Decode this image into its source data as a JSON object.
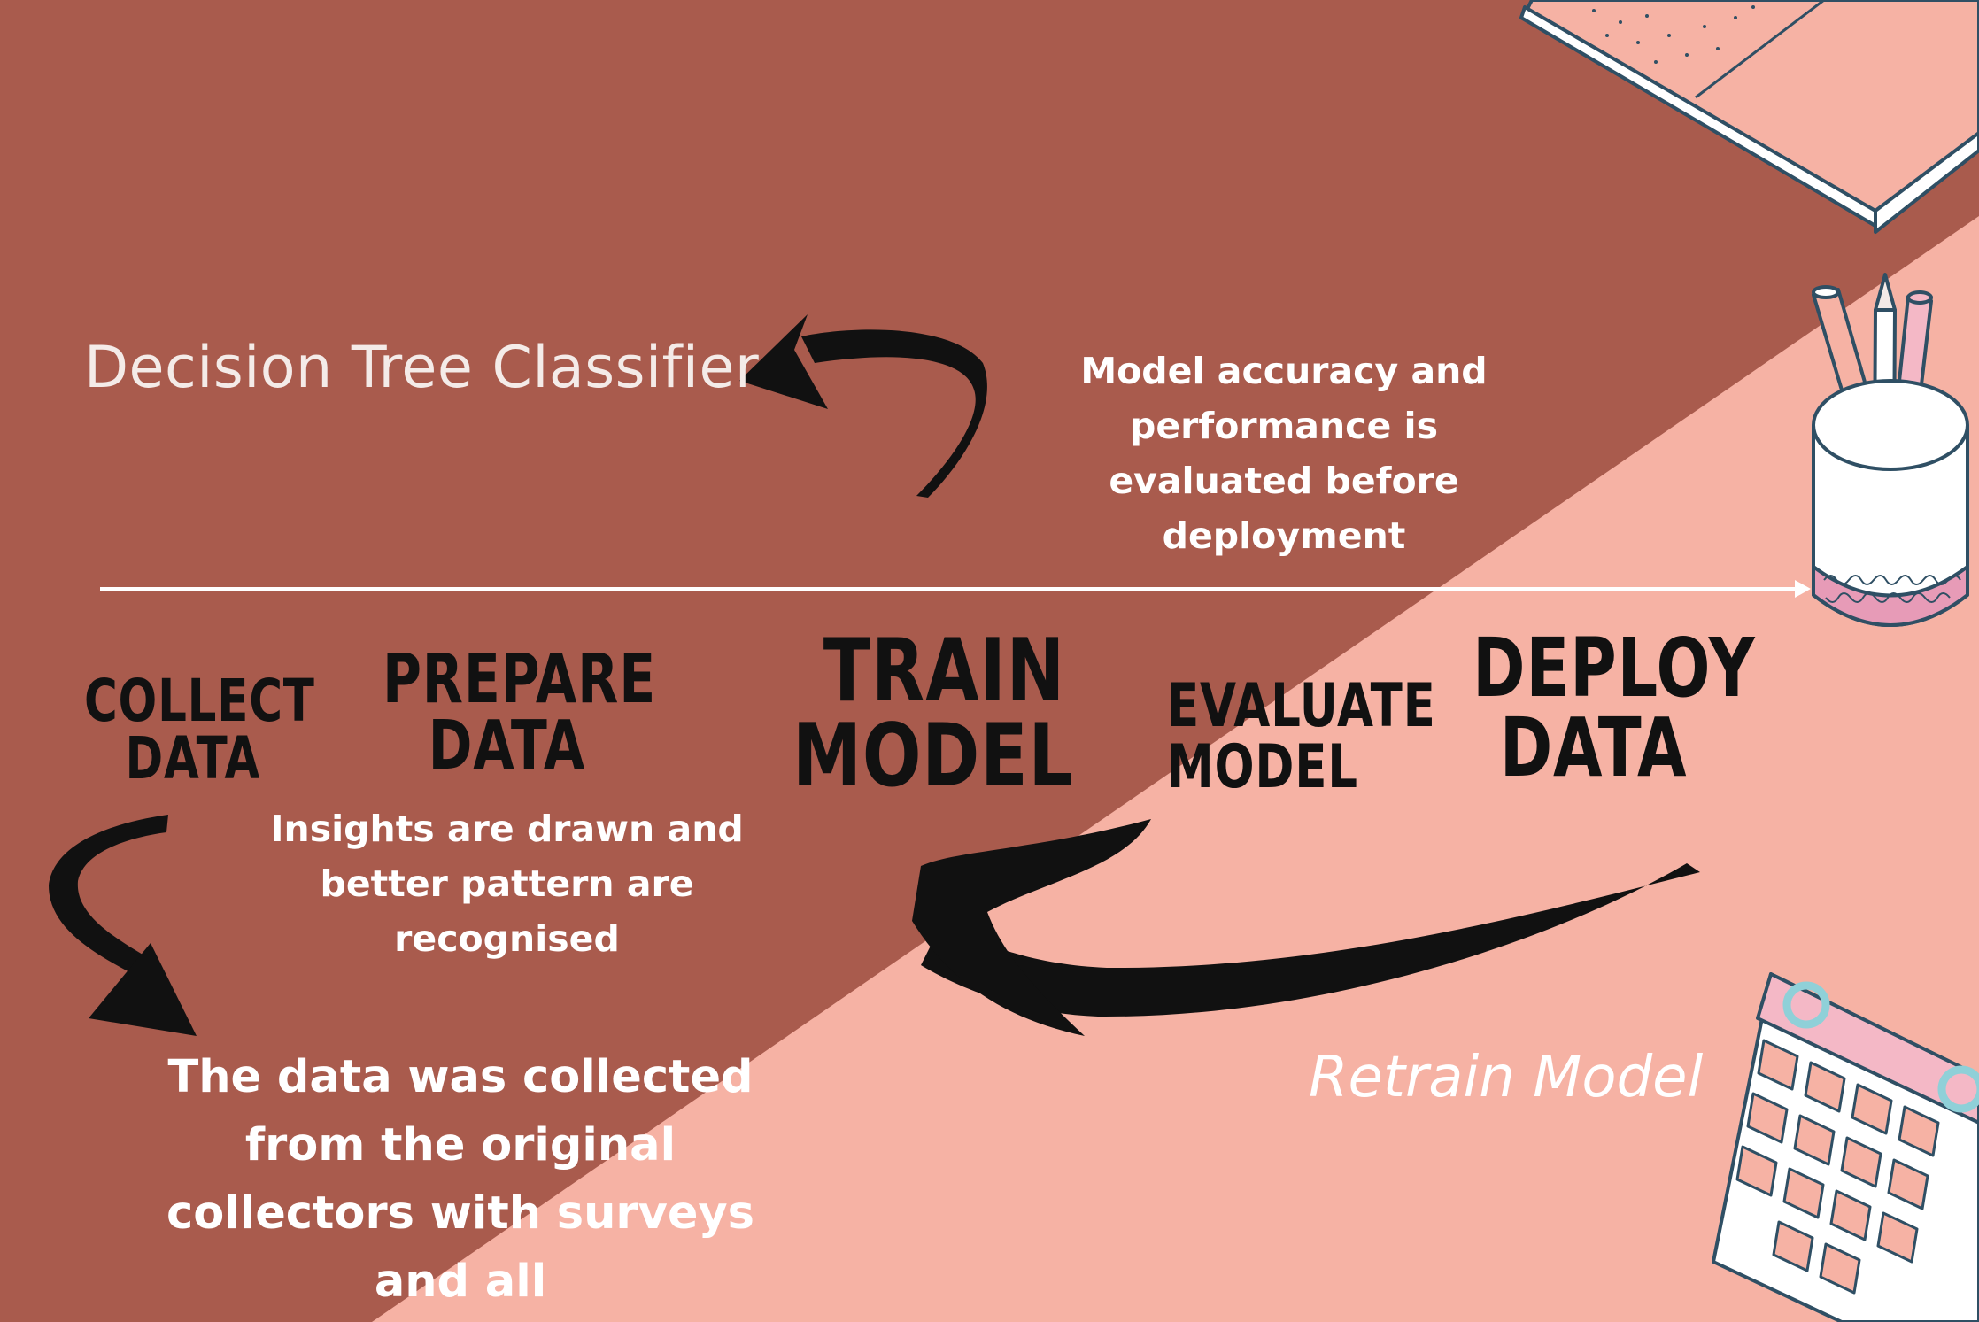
{
  "diagram": {
    "title": "Decision Tree Classifier",
    "stages": {
      "collect": "COLLECT\nDATA",
      "prepare": "PREPARE\nDATA",
      "train": "TRAIN\nMODEL",
      "evaluate": "EVALUATE\nMODEL",
      "deploy": "DEPLOY\nDATA"
    },
    "notes": {
      "evaluation": "Model accuracy and\nperformance is\nevaluated before\ndeployment",
      "insights": "Insights are drawn and\nbetter pattern are\nrecognised",
      "collection": "The data was  collected\nfrom the original\ncollectors with surveys\nand all"
    },
    "loop_label": "Retrain Model"
  },
  "colors": {
    "background_dark": "#a95b4d",
    "background_light": "#f6b2a4",
    "text_light": "#ffffff",
    "text_dark": "#111111"
  },
  "decorations": [
    "book-illustration",
    "pencil-cup-illustration",
    "calendar-illustration"
  ]
}
